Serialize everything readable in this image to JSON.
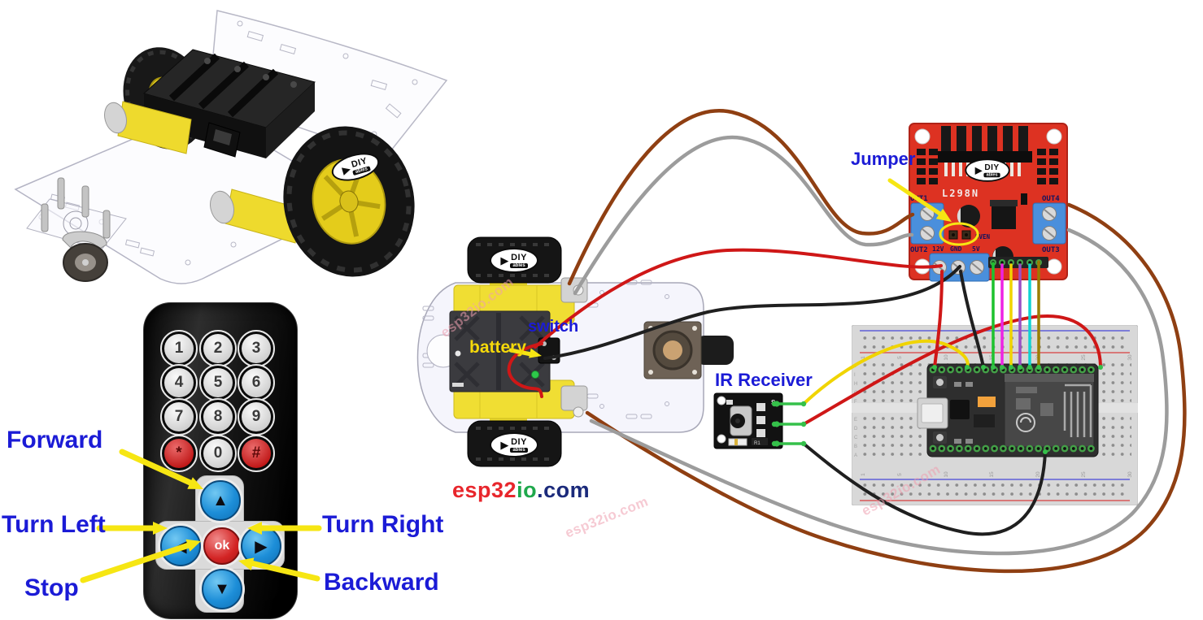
{
  "labels": {
    "forward": "Forward",
    "turn_left": "Turn Left",
    "stop": "Stop",
    "backward": "Backward",
    "turn_right": "Turn Right",
    "jumper": "Jumper",
    "ir_receiver": "IR Receiver",
    "battery": "battery",
    "switch": "switch"
  },
  "site": {
    "part_red": "esp32",
    "part_green": "io",
    "part_navy": ".com",
    "watermark": "esp32io.com"
  },
  "logo": {
    "diy": "DIY",
    "ables": "ables",
    "play": "▶"
  },
  "remote": {
    "digits": [
      "1",
      "2",
      "3",
      "4",
      "5",
      "6",
      "7",
      "8",
      "9"
    ],
    "star": "*",
    "zero": "0",
    "hash": "#",
    "ok": "ok",
    "up": "▲",
    "left": "◀",
    "right": "▶",
    "down": "▼"
  },
  "l298n": {
    "name": "L298N",
    "out1": "OUT1",
    "out2": "OUT2",
    "out3": "OUT3",
    "out4": "OUT4",
    "v12": "12V",
    "gnd": "GND",
    "v5": "5V",
    "jumper_pins": "5VEN"
  },
  "breadboard": {
    "columns": [
      "1",
      "5",
      "10",
      "15",
      "20",
      "25",
      "30"
    ],
    "rows": [
      "A",
      "B",
      "C",
      "D",
      "E",
      "F",
      "G",
      "H",
      "I",
      "J"
    ]
  },
  "ir_module": {
    "pin_s": "S",
    "r1": "R1"
  },
  "colors": {
    "label_blue": "#1b1bd6",
    "arrow_yellow": "#f6e613",
    "battery_label_yellow": "#f5d90a",
    "site_red": "#e8262c",
    "site_green": "#1fa84c",
    "site_navy": "#1b2a7b",
    "board_red": "#dd3222",
    "terminal_blue": "#4a8fdc",
    "wire_brown": "#8f3f12",
    "wire_gray": "#9c9c9c",
    "wire_red": "#cf1717",
    "wire_black": "#1f1f1f",
    "wire_yellow": "#f0d400",
    "wire_green": "#1dc22e",
    "wire_magenta": "#ee22e4",
    "wire_purple": "#9a4fc4",
    "wire_cyan": "#10d3d3",
    "wire_olive": "#9a7d00",
    "wire_stub_green": "#35c04a"
  }
}
